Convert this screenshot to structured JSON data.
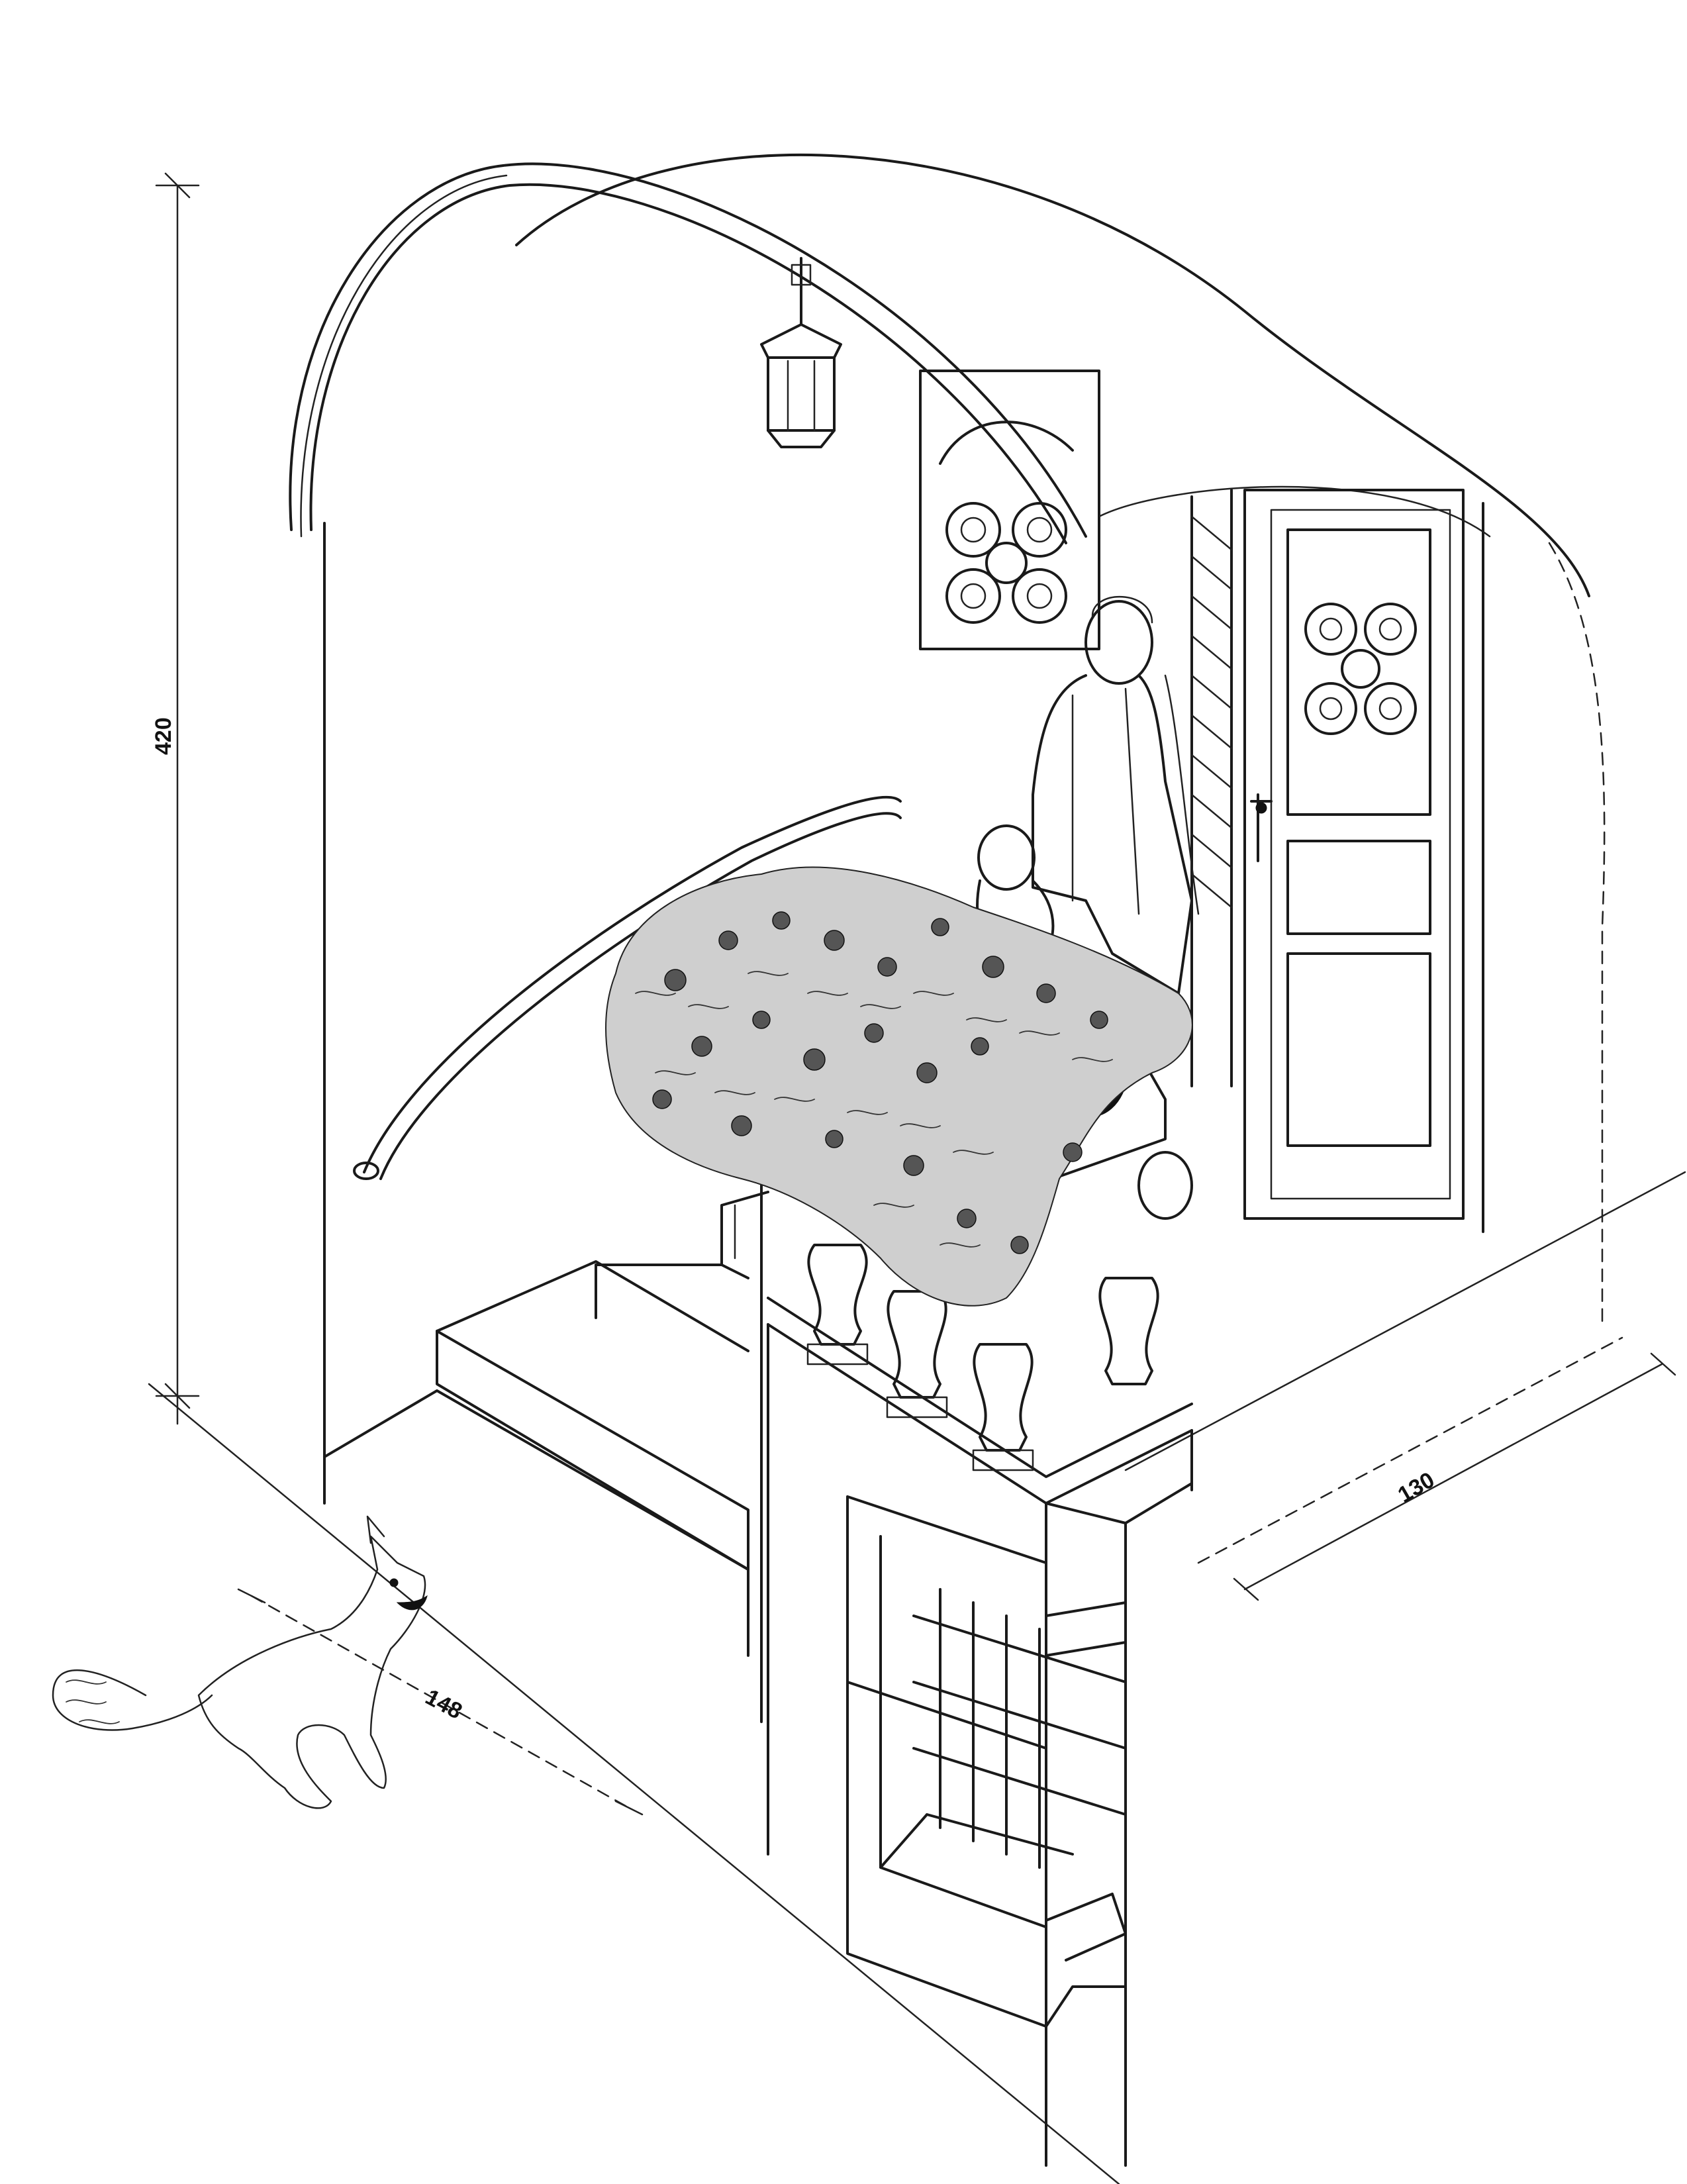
{
  "dimensions": {
    "height_label": "420",
    "width_label": "130",
    "depth_label": "148"
  },
  "colors": {
    "paper": "#ffffff",
    "ink": "#1a1a1a"
  }
}
